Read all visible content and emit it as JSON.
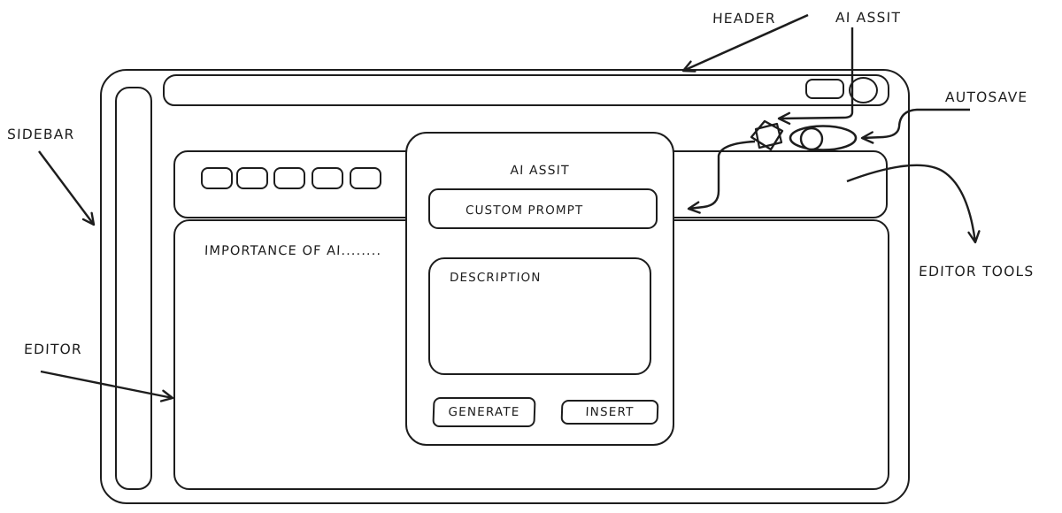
{
  "colors": {
    "ink": "#1d1d1d",
    "paper": "#ffffff"
  },
  "callouts": {
    "header": "HEADER",
    "ai_assist": "AI ASSIT",
    "autosave": "AUTOSAVE",
    "sidebar": "SIDEBAR",
    "editor": "EDITOR",
    "editor_tools": "EDITOR TOOLS"
  },
  "editor": {
    "content": "IMPORTANCE OF AI........"
  },
  "modal": {
    "title": "AI ASSIT",
    "custom_prompt_label": "CUSTOM PROMPT",
    "description_label": "DESCRIPTION",
    "generate_button": "GENERATE",
    "insert_button": "INSERT"
  },
  "icons": {
    "header_action": "pill-button-icon",
    "avatar": "circle-avatar-icon",
    "ai_assist": "diamond-sketch-icon",
    "autosave": "toggle-switch-icon"
  }
}
